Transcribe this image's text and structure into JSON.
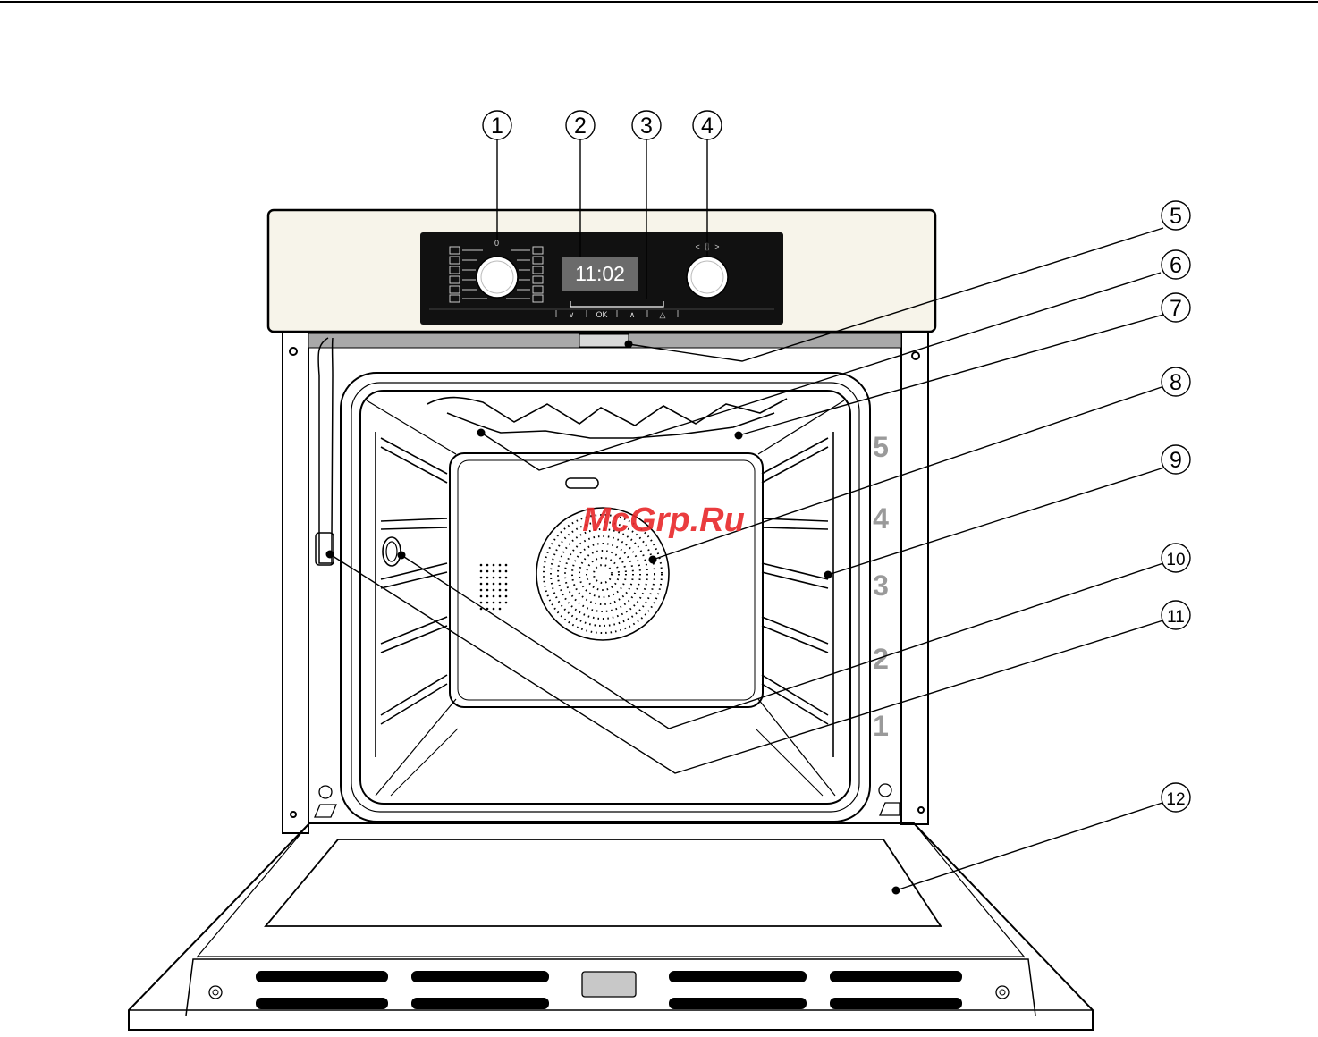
{
  "diagram": {
    "callouts": [
      "1",
      "2",
      "3",
      "4",
      "5",
      "6",
      "7",
      "8",
      "9",
      "10",
      "11",
      "12"
    ],
    "shelf_levels": [
      "5",
      "4",
      "3",
      "2",
      "1"
    ],
    "display_time": "11:02",
    "buttons": [
      "∨",
      "OK",
      "∧",
      "△"
    ],
    "temp_selector_label": "< 🌡 >",
    "watermark": "McGrp.Ru"
  },
  "colors": {
    "panel_bg": "#f7f4ea",
    "control_panel": "#111111",
    "display": "#6b6b6b",
    "shelf_numbers": "#9a9a9a",
    "watermark": "#e8272a"
  }
}
